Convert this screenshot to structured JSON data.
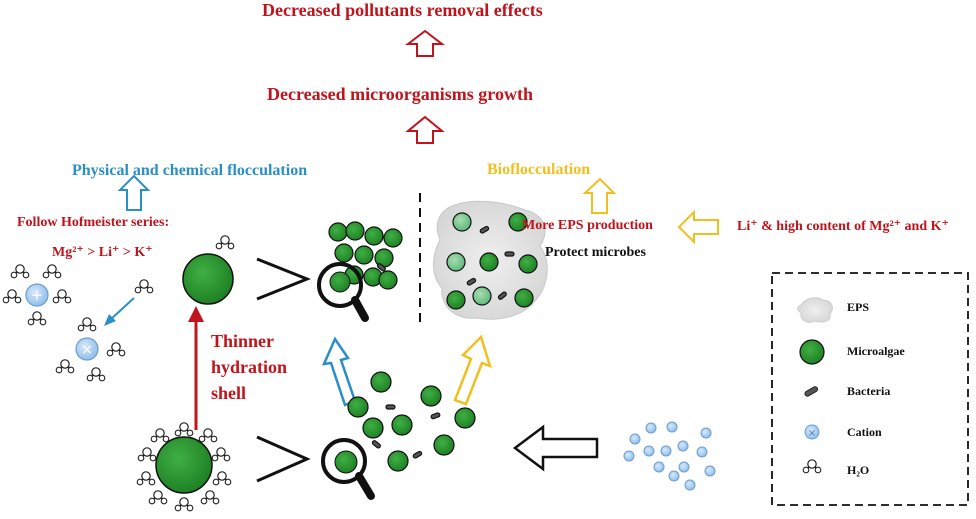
{
  "headings": {
    "pollutants": "Decreased pollutants removal effects",
    "growth": "Decreased microorganisms growth",
    "physical": "Physical and chemical flocculation",
    "bioflocculation": "Bioflocculation"
  },
  "labels": {
    "hofmeister_title": "Follow Hofmeister series:",
    "hofmeister_series": "Mg²⁺ > Li⁺ > K⁺",
    "eps_production": "More EPS production",
    "ion_condition": "Li⁺ & high content of Mg²⁺ and K⁺",
    "protect": "Protect microbes",
    "thinner_1": "Thinner",
    "thinner_2": "hydration",
    "thinner_3": "shell"
  },
  "legend": {
    "items": [
      "EPS",
      "Microalgae",
      "Bacteria",
      "Cation",
      "H₂O"
    ]
  },
  "colors": {
    "red": "#c0141c",
    "blue": "#2a8fc6",
    "gold": "#f0c020",
    "algae": "#2e9b32",
    "algae_light": "#6fc48a",
    "eps": "#d9d9d9",
    "cation": "#9ec8ee"
  }
}
